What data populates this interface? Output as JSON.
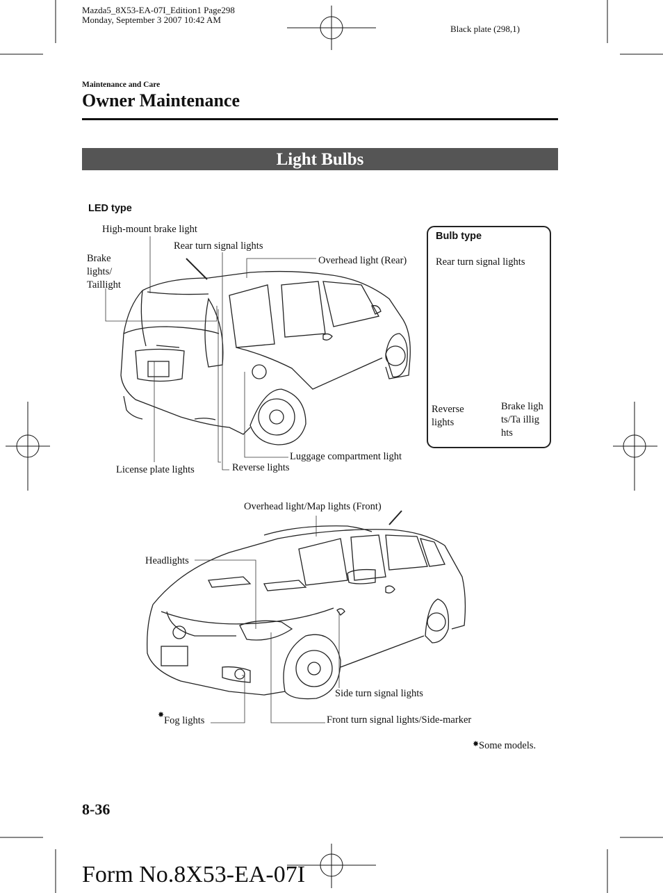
{
  "header": {
    "doc_line1": "Mazda5_8X53-EA-07I_Edition1 Page298",
    "doc_line2": "Monday, September 3 2007 10:42 AM",
    "plate": "Black plate (298,1)"
  },
  "section_label": "Maintenance and Care",
  "page_title": "Owner Maintenance",
  "banner": "Light Bulbs",
  "rear_figure": {
    "led_type_label": "LED type",
    "labels": {
      "high_mount_brake": "High-mount brake light",
      "rear_turn": "Rear turn signal lights",
      "brake_taillight": "Brake lights/ Taillight",
      "overhead_rear": "Overhead light (Rear)",
      "license_plate": "License plate lights",
      "reverse": "Reverse lights",
      "luggage": "Luggage compartment light"
    }
  },
  "bulb_box": {
    "title": "Bulb type",
    "rear_turn": "Rear turn signal lights",
    "reverse": "Reverse lights",
    "brake_tail": "Brake lights/Ta illights"
  },
  "front_figure": {
    "labels": {
      "overhead_map": "Overhead light/Map lights (Front)",
      "headlights": "Headlights",
      "side_turn": "Side turn signal lights",
      "fog": "Fog lights",
      "front_turn": "Front turn signal lights/Side-marker"
    },
    "asterisk": "✸"
  },
  "footnote": {
    "asterisk": "✸",
    "text": "Some models."
  },
  "page_number": "8-36",
  "form_number": "Form No.8X53-EA-07I"
}
